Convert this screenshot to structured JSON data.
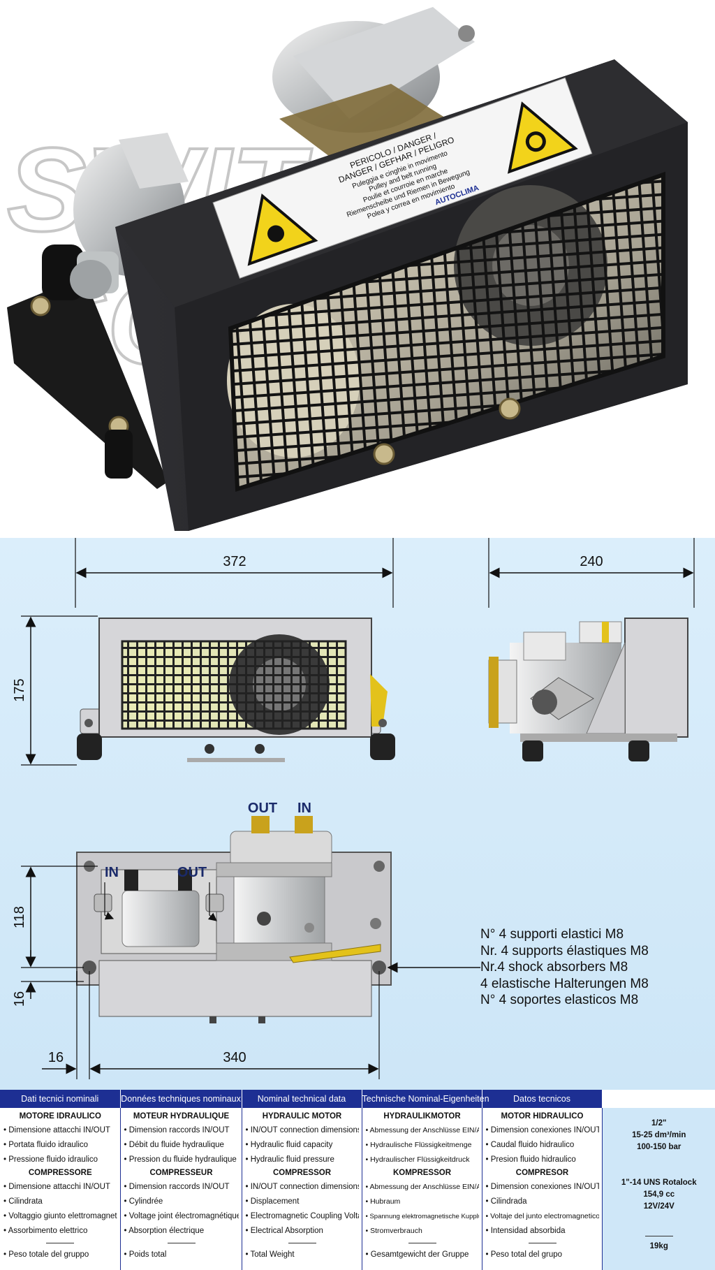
{
  "photo": {
    "warning_label": {
      "lines": [
        "PERICOLO / DANGER /",
        "DANGER / GEFHAR / PELIGRO",
        "Puleggia e cinghie in movimento",
        "Pulley and belt running",
        "Poulie et courroie en marche",
        "Riemenscheibe und Riemen in Bewegung",
        "Polea y correa en movimiento"
      ],
      "brand": "AUTOCLIMA"
    },
    "watermark_icon": "watermark-logo"
  },
  "drawing": {
    "front_view": {
      "width_dim": "372",
      "height_dim": "175"
    },
    "side_view": {
      "width_dim": "240"
    },
    "top_view": {
      "height_dim": "118",
      "offset_dim_v": "16",
      "offset_dim_h": "16",
      "width_dim": "340",
      "pump_in": "IN",
      "pump_out": "OUT",
      "motor_out": "OUT",
      "motor_in": "IN"
    },
    "mount_note": [
      "N° 4 supporti elastici M8",
      "Nr. 4 supports élastiques M8",
      "Nr.4 shock absorbers M8",
      "4 elastische Halterungen M8",
      "N° 4 soportes elasticos M8"
    ]
  },
  "spec_table": {
    "columns": [
      {
        "header": "Dati tecnici nominali",
        "group1": "MOTORE IDRAULICO",
        "rows1": [
          "Dimensione attacchi IN/OUT",
          "Portata fluido idraulico",
          "Pressione fluido idraulico"
        ],
        "group2": "COMPRESSORE",
        "rows2": [
          "Dimensione attacchi IN/OUT",
          "Cilindrata",
          "Voltaggio giunto elettromagnetico",
          "Assorbimento elettrico"
        ],
        "total": "Peso totale del gruppo"
      },
      {
        "header": "Données techniques nominaux",
        "group1": "MOTEUR HYDRAULIQUE",
        "rows1": [
          "Dimension raccords IN/OUT",
          "Débit du fluide hydraulique",
          "Pression du fluide hydraulique"
        ],
        "group2": "COMPRESSEUR",
        "rows2": [
          "Dimension raccords IN/OUT",
          "Cylindrée",
          "Voltage joint électromagnétique",
          "Absorption électrique"
        ],
        "total": "Poids total"
      },
      {
        "header": "Nominal technical data",
        "group1": "HYDRAULIC MOTOR",
        "rows1": [
          "IN/OUT connection dimensions",
          "Hydraulic fluid capacity",
          "Hydraulic fluid pressure"
        ],
        "group2": "COMPRESSOR",
        "rows2": [
          "IN/OUT connection dimensions",
          "Displacement",
          "Electromagnetic Coupling Voltage",
          "Electrical Absorption"
        ],
        "total": "Total Weight"
      },
      {
        "header": "Technische Nominal-Eigenheiten",
        "group1": "HYDRAULIKMOTOR",
        "rows1": [
          "Abmessung der Anschlüsse EIN/AUS",
          "Hydraulische Flüssigkeitmenge",
          "Hydraulischer Flüssigkeitdruck"
        ],
        "group2": "KOMPRESSOR",
        "rows2": [
          "Abmessung der Anschlüsse EIN/AUS",
          "Hubraum",
          "Spannung elektromagnetische Kupplung",
          "Stromverbrauch"
        ],
        "total": "Gesamtgewicht der Gruppe"
      },
      {
        "header": "Datos tecnicos",
        "group1": "MOTOR HIDRAULICO",
        "rows1": [
          "Dimension conexiones IN/OUT",
          "Caudal fluido hidraulico",
          "Presion fluido hidraulico"
        ],
        "group2": "COMPRESOR",
        "rows2": [
          "Dimension conexiones IN/OUT",
          "Cilindrada",
          "Voltaje del junto electromagnetico",
          "Intensidad absorbida"
        ],
        "total": "Peso total del grupo"
      }
    ],
    "values": {
      "rows1": [
        "1/2\"",
        "15-25 dm³/min",
        "100-150 bar"
      ],
      "rows2": [
        "1\"-14 UNS Rotalock",
        "154,9 cc",
        "12V/24V",
        ""
      ],
      "total": "19kg"
    }
  }
}
